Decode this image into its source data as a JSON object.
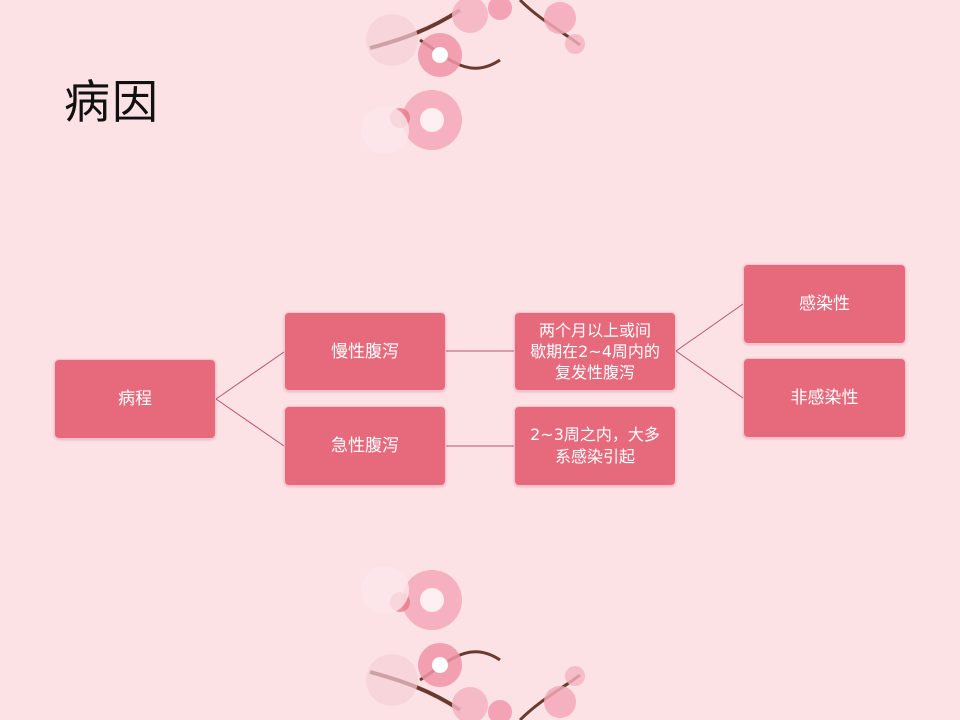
{
  "title": "病因",
  "diagram": {
    "root": "病程",
    "chronic": "慢性腹泻",
    "acute": "急性腹泻",
    "chronic_desc": "两个月以上或间\n歇期在2~4周内的\n复发性腹泻",
    "acute_desc": "2~3周之内，大多\n系感染引起",
    "infectious": "感染性",
    "non_infectious": "非感染性"
  },
  "colors": {
    "background": "#fce1e5",
    "node": "#e66a7b",
    "connector": "#b8566a",
    "blossom": "#f3a8b8"
  }
}
